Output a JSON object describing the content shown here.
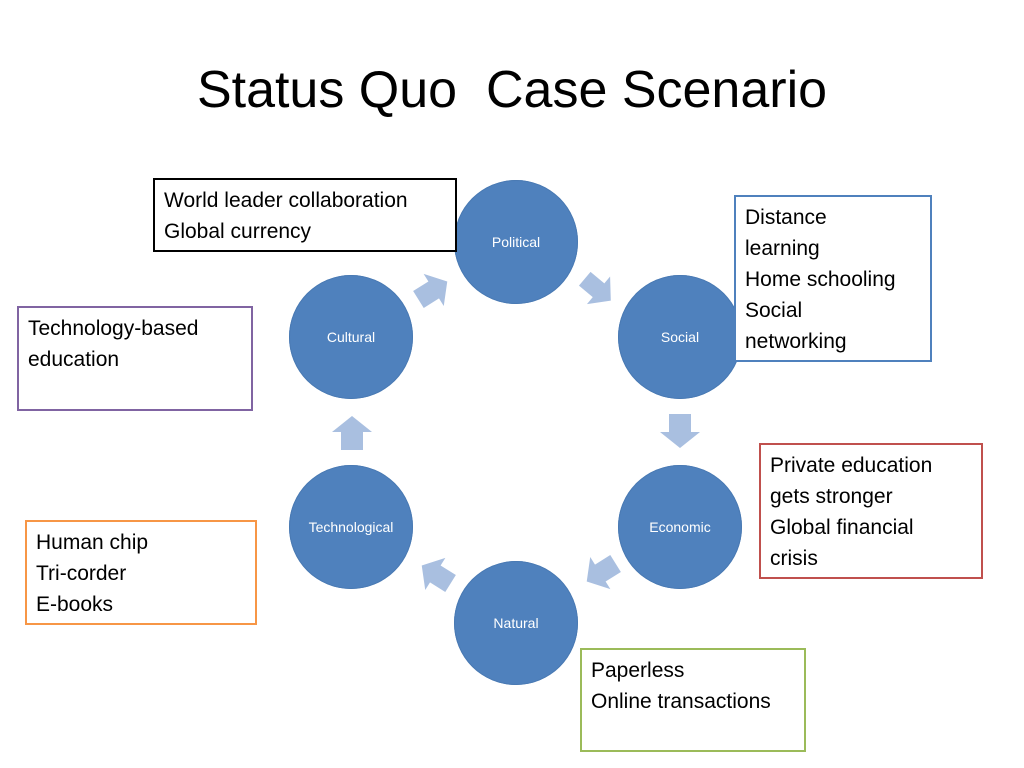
{
  "title": "Status Quo  Case Scenario",
  "colors": {
    "node_fill": "#4f81bd",
    "arrow_fill": "#a9bfe0",
    "political_box": "#000000",
    "social_box": "#4f81bd",
    "economic_box": "#c0504d",
    "natural_box": "#9bbb59",
    "technological_box": "#f79646",
    "cultural_box": "#8064a2"
  },
  "nodes": {
    "political": "Political",
    "social": "Social",
    "economic": "Economic",
    "natural": "Natural",
    "technological": "Technological",
    "cultural": "Cultural"
  },
  "callouts": {
    "political": [
      "World leader collaboration",
      "Global currency"
    ],
    "social": [
      "Distance",
      "learning",
      "Home schooling",
      "Social",
      "networking"
    ],
    "economic": [
      "Private education",
      "gets stronger",
      "Global financial",
      "crisis"
    ],
    "natural": [
      "Paperless",
      "Online transactions"
    ],
    "technological": [
      "Human chip",
      "Tri-corder",
      "E-books"
    ],
    "cultural": [
      "Technology-based",
      "education"
    ]
  }
}
